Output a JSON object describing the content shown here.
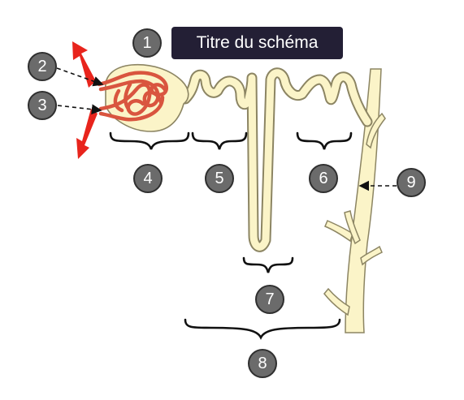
{
  "title": "Titre du schéma",
  "labels": [
    "1",
    "2",
    "3",
    "4",
    "5",
    "6",
    "7",
    "8",
    "9"
  ],
  "colors": {
    "tubule_fill": "#fbf4c8",
    "tubule_stroke": "#8c8563",
    "capillary": "#d9553f",
    "blood_flow_arrow": "#e8241c",
    "badge": "#6b6b6b",
    "title_bg": "#231f35",
    "brace": "#111111"
  }
}
